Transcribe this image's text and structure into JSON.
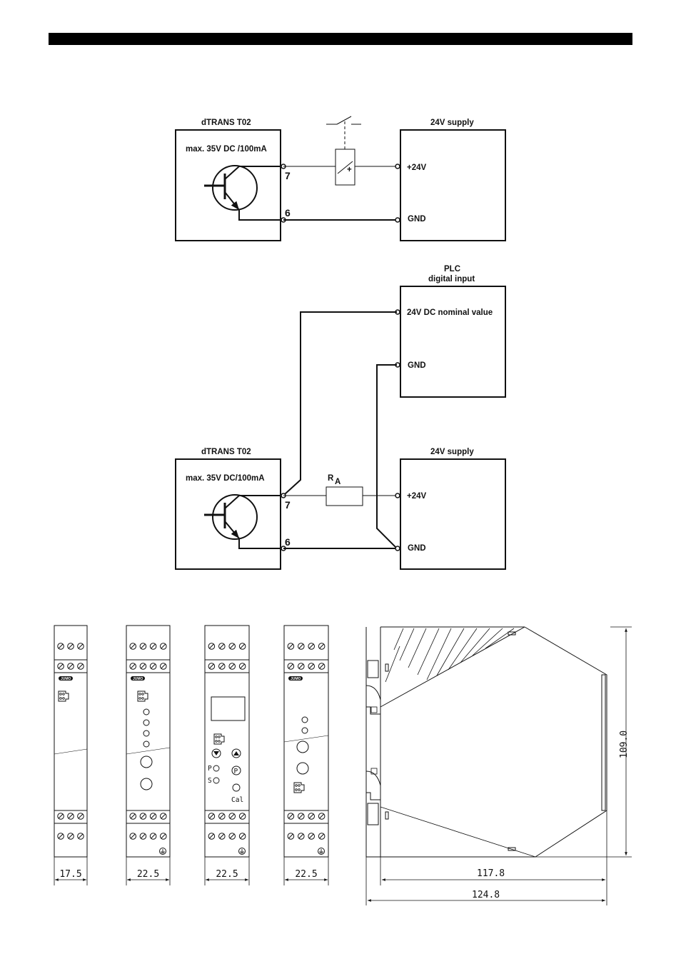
{
  "diagram1": {
    "device_label": "dTRANS T02",
    "device_rating": "max. 35V DC /100mA",
    "supply_label": "24V supply",
    "terminal_7": "7",
    "terminal_6": "6",
    "plus_24v": "+24V",
    "gnd": "GND",
    "relay_plus": "+"
  },
  "diagram2": {
    "plc_title_1": "PLC",
    "plc_title_2": "digital input",
    "plc_nominal": "24V DC nominal value",
    "plc_gnd": "GND",
    "device_label": "dTRANS T02",
    "device_rating": "max. 35V DC/100mA",
    "supply_label": "24V supply",
    "terminal_7": "7",
    "terminal_6": "6",
    "plus_24v": "+24V",
    "gnd": "GND",
    "resistor_r": "R",
    "resistor_sub": "A"
  },
  "housings": {
    "logo": "JUMO",
    "widths": [
      "17.5",
      "22.5",
      "22.5",
      "22.5"
    ],
    "key_p": "P",
    "key_s": "S",
    "key_cal": "Cal"
  },
  "side_view": {
    "height_dim": "109.0",
    "inner_width_dim": "117.8",
    "outer_width_dim": "124.8"
  }
}
